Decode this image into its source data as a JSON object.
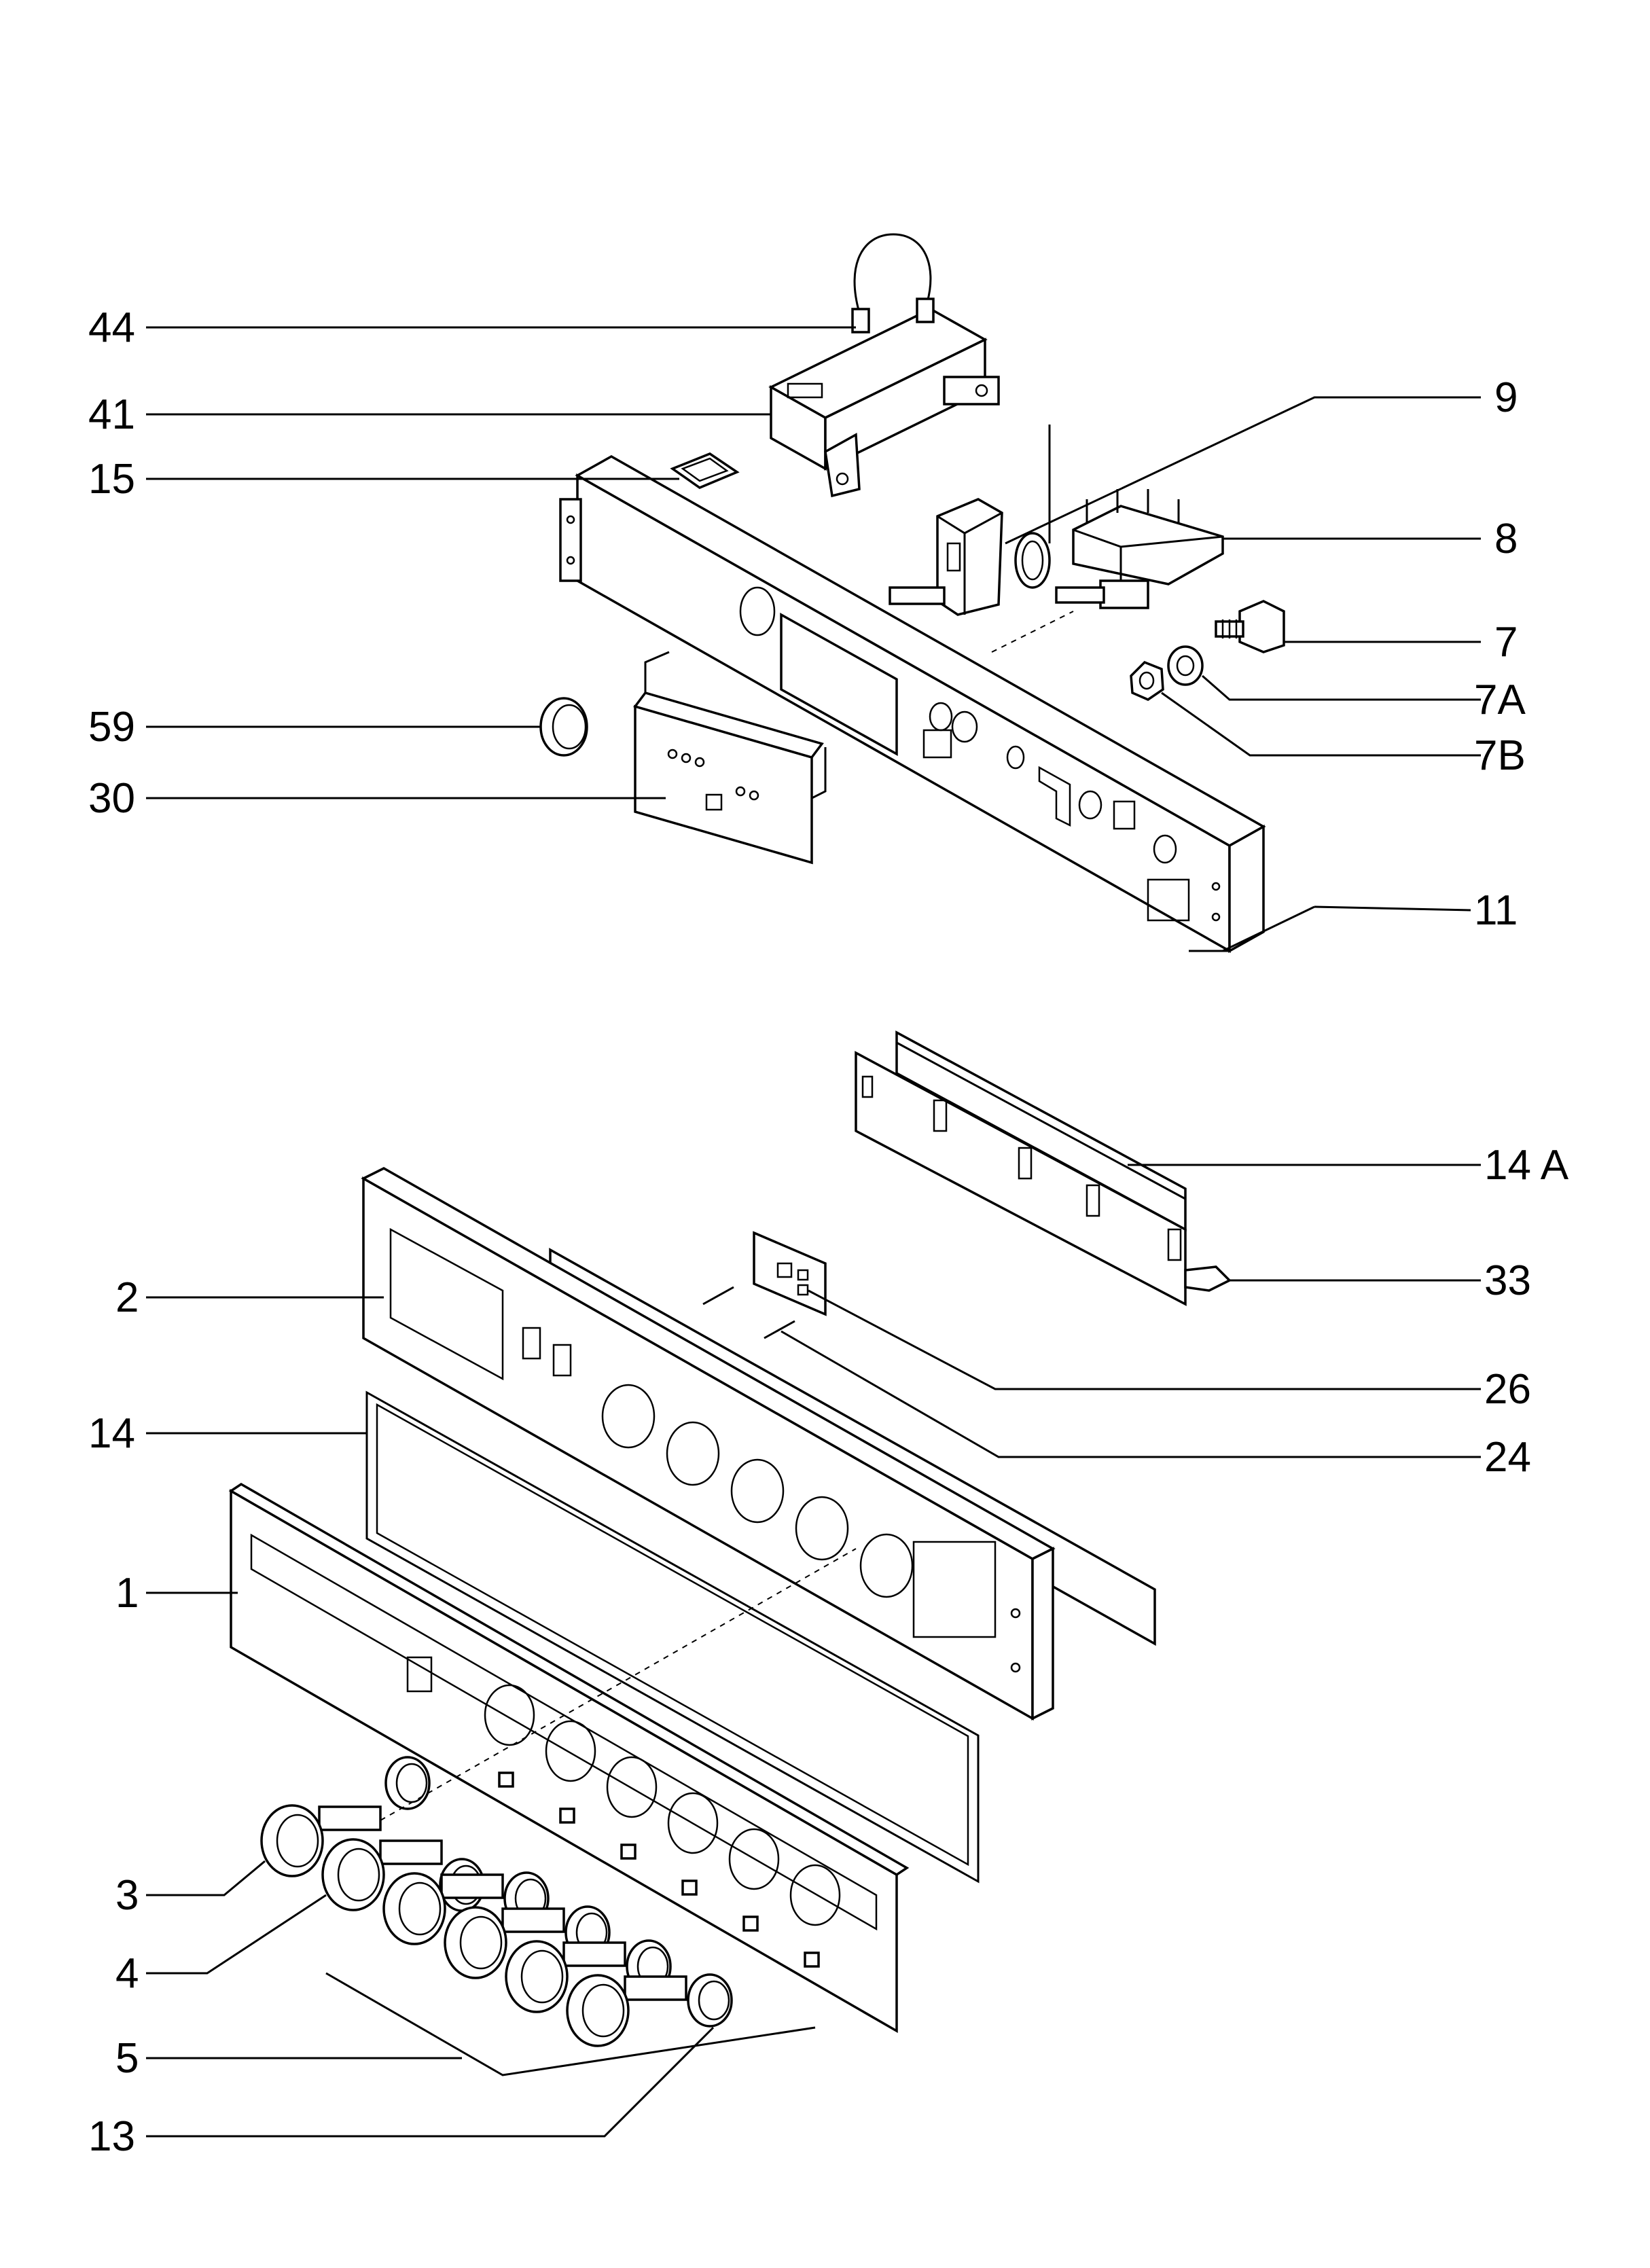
{
  "callouts": [
    {
      "id": "44",
      "label": "44"
    },
    {
      "id": "41",
      "label": "41"
    },
    {
      "id": "15",
      "label": "15"
    },
    {
      "id": "9",
      "label": "9"
    },
    {
      "id": "8",
      "label": "8"
    },
    {
      "id": "7",
      "label": "7"
    },
    {
      "id": "7A",
      "label": "7A"
    },
    {
      "id": "7B",
      "label": "7B"
    },
    {
      "id": "59",
      "label": "59"
    },
    {
      "id": "30",
      "label": "30"
    },
    {
      "id": "11",
      "label": "11"
    },
    {
      "id": "14A",
      "label": "14 A"
    },
    {
      "id": "33",
      "label": "33"
    },
    {
      "id": "2",
      "label": "2"
    },
    {
      "id": "26",
      "label": "26"
    },
    {
      "id": "14",
      "label": "14"
    },
    {
      "id": "24",
      "label": "24"
    },
    {
      "id": "1",
      "label": "1"
    },
    {
      "id": "3",
      "label": "3"
    },
    {
      "id": "4",
      "label": "4"
    },
    {
      "id": "5",
      "label": "5"
    },
    {
      "id": "13",
      "label": "13"
    }
  ],
  "colors": {
    "line": "#000000",
    "background": "#ffffff"
  }
}
